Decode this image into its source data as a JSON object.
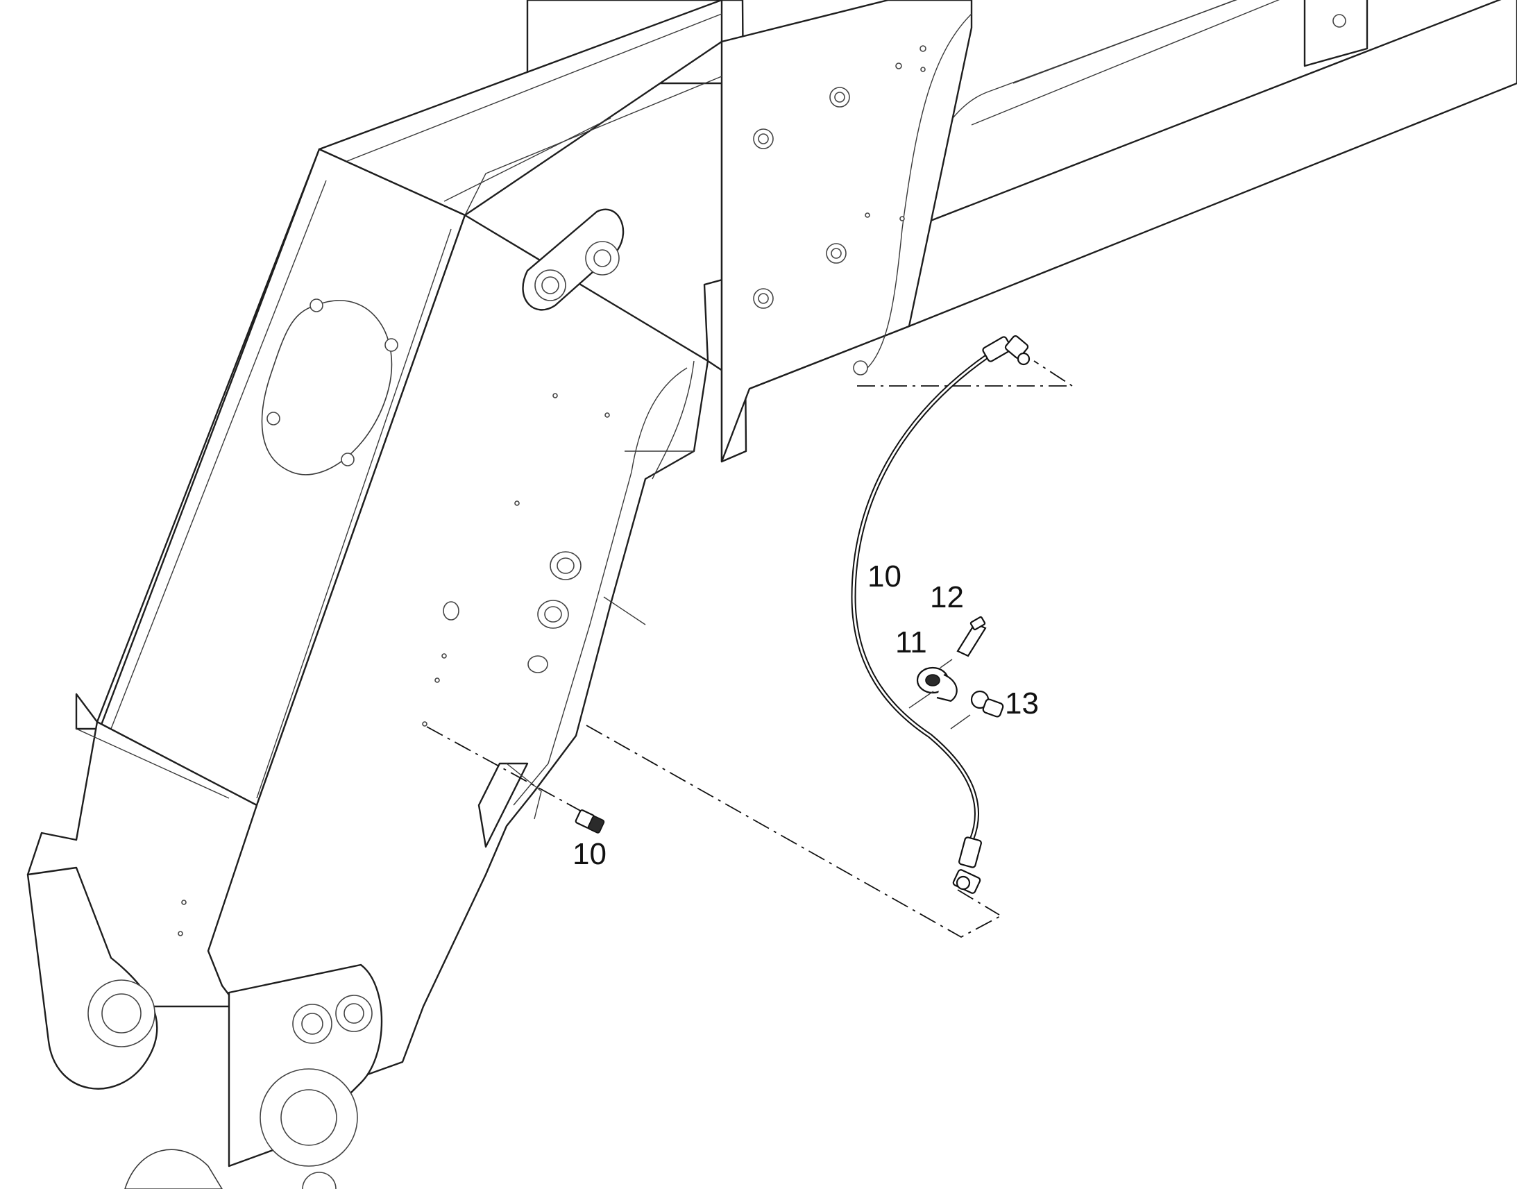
{
  "callouts": {
    "hose_label": "10",
    "fitting_label": "10",
    "clamp_label": "11",
    "bolt_label": "12",
    "nut_label": "13"
  },
  "colors": {
    "line": "#111111",
    "background": "#ffffff"
  }
}
